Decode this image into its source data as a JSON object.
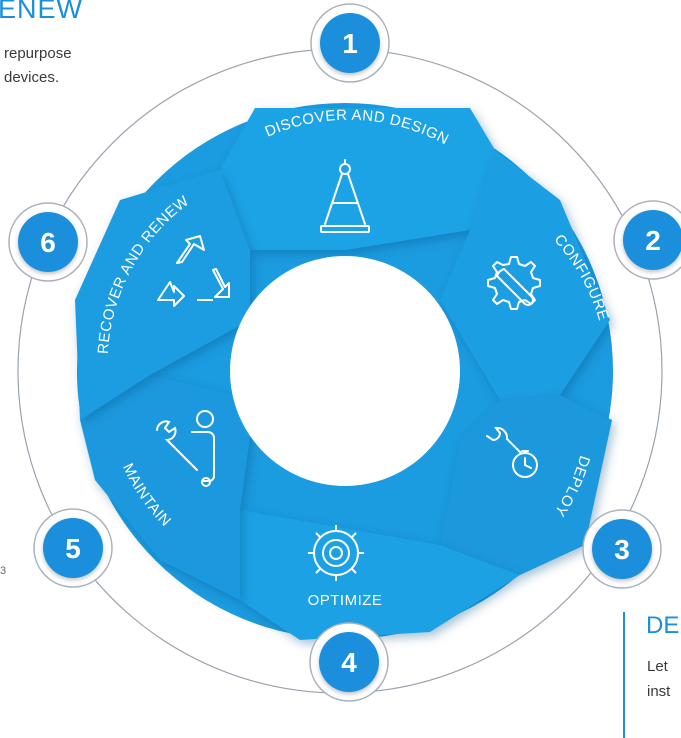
{
  "left_block": {
    "title": "ENEW",
    "line1": "repurpose",
    "line2": "devices."
  },
  "footnote": "3",
  "right_block": {
    "title": "DE",
    "line1": "Let",
    "line2": "inst"
  },
  "colors": {
    "segment_blue": "#1b9be0",
    "segment_dark": "#1685cc",
    "badge_blue": "#1a8fdc",
    "ring_line": "#9aa3ad",
    "title_blue": "#1b8fd8"
  },
  "steps": [
    {
      "number": "1",
      "label": "DISCOVER AND DESIGN",
      "icon": "compass-icon"
    },
    {
      "number": "2",
      "label": "CONFIGURE",
      "icon": "gear-wrench-icon"
    },
    {
      "number": "3",
      "label": "DEPLOY",
      "icon": "wrench-clock-icon"
    },
    {
      "number": "4",
      "label": "OPTIMIZE",
      "icon": "gear-cycle-icon"
    },
    {
      "number": "5",
      "label": "MAINTAIN",
      "icon": "technician-icon"
    },
    {
      "number": "6",
      "label": "RECOVER AND RENEW",
      "icon": "recycle-icon"
    }
  ]
}
